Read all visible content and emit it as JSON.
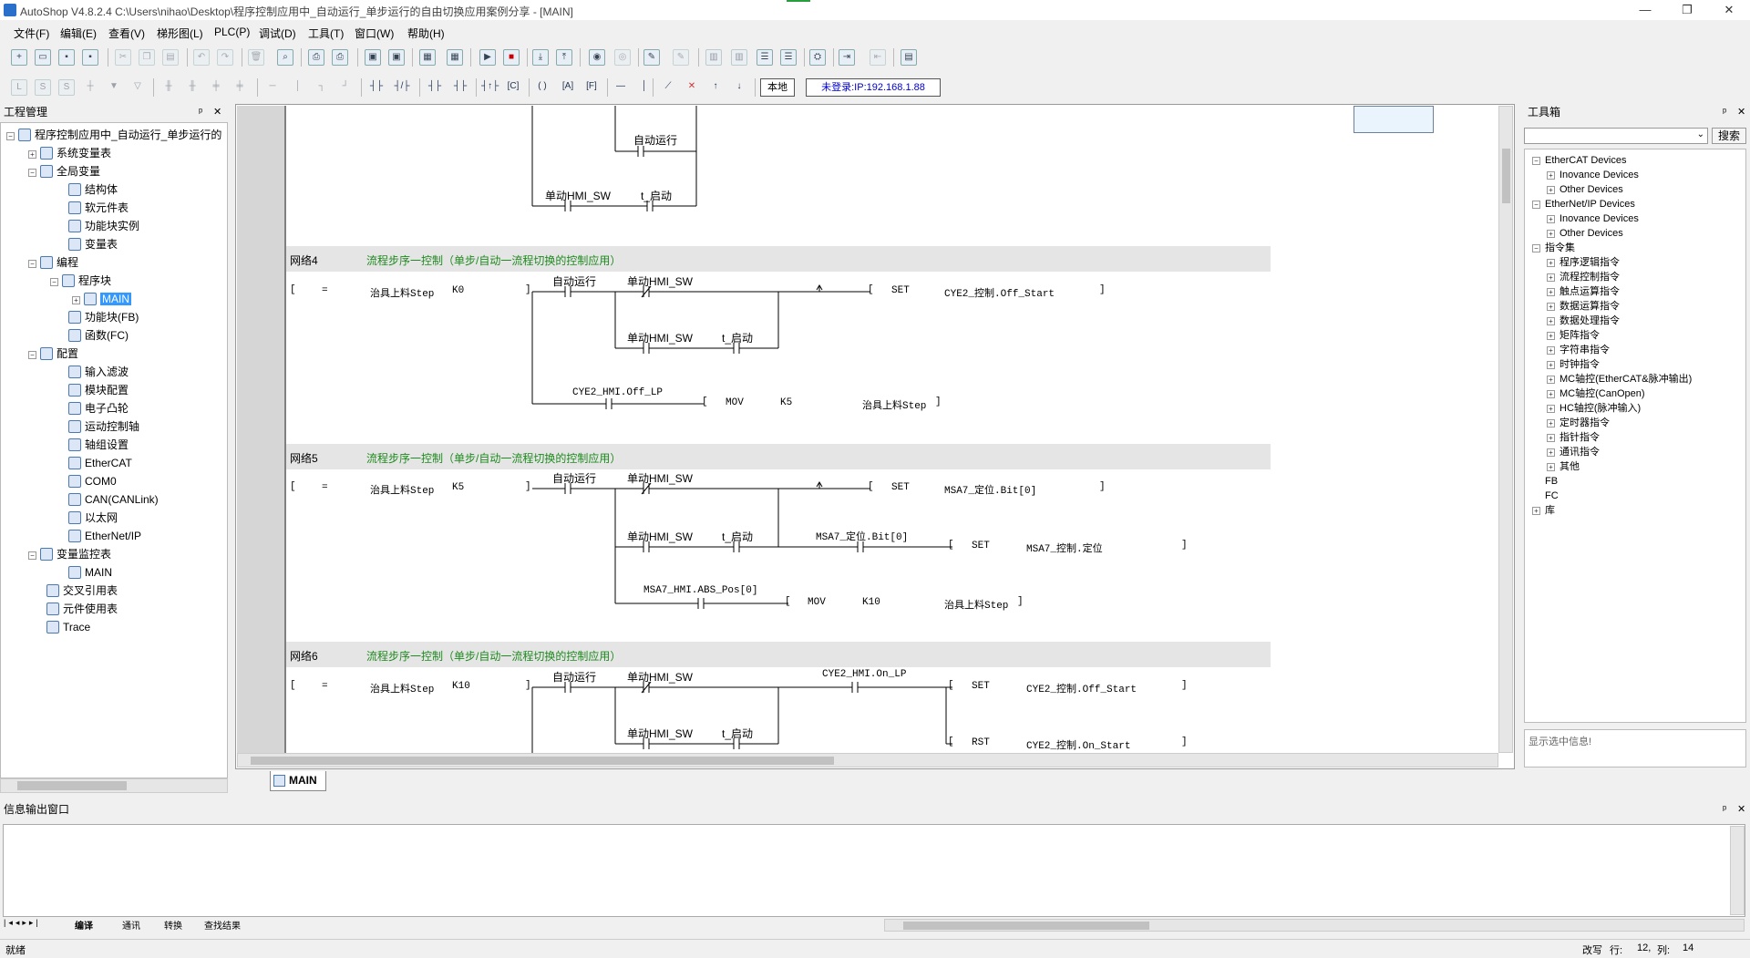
{
  "window": {
    "title": "AutoShop V4.8.2.4  C:\\Users\\nihao\\Desktop\\程序控制应用中_自动运行_单步运行的自由切换应用案例分享 - [MAIN]",
    "min": "—",
    "max": "❐",
    "close": "✕"
  },
  "menu": [
    "文件(F)",
    "编辑(E)",
    "查看(V)",
    "梯形图(L)",
    "PLC(P)",
    "调试(D)",
    "工具(T)",
    "窗口(W)",
    "帮助(H)"
  ],
  "toolbar": {
    "local_label": "本地",
    "login_label": "未登录:IP:192.168.1.88"
  },
  "left_panel": {
    "title": "工程管理",
    "pin": "ᵖ",
    "close": "✕",
    "tree": [
      {
        "label": "程序控制应用中_自动运行_单步运行的",
        "icon": "project-icon"
      },
      {
        "label": "系统变量表",
        "icon": "globe-icon"
      },
      {
        "label": "全局变量",
        "icon": "table-icon"
      },
      {
        "label": "结构体",
        "icon": "struct-icon"
      },
      {
        "label": "软元件表",
        "icon": "list-icon"
      },
      {
        "label": "功能块实例",
        "icon": "cube-icon"
      },
      {
        "label": "变量表",
        "icon": "globe-icon"
      },
      {
        "label": "编程",
        "icon": "ladder-icon"
      },
      {
        "label": "程序块",
        "icon": "blocks-icon"
      },
      {
        "label": "MAIN",
        "icon": "program-icon"
      },
      {
        "label": "功能块(FB)",
        "icon": "fb-icon"
      },
      {
        "label": "函数(FC)",
        "icon": "fc-icon"
      },
      {
        "label": "配置",
        "icon": "config-icon"
      },
      {
        "label": "输入滤波",
        "icon": "wave-icon"
      },
      {
        "label": "模块配置",
        "icon": "module-icon"
      },
      {
        "label": "电子凸轮",
        "icon": "cam-icon"
      },
      {
        "label": "运动控制轴",
        "icon": "axis-icon"
      },
      {
        "label": "轴组设置",
        "icon": "gear-icon"
      },
      {
        "label": "EtherCAT",
        "icon": "ethercat-icon"
      },
      {
        "label": "COM0",
        "icon": "com-icon"
      },
      {
        "label": "CAN(CANLink)",
        "icon": "can-icon"
      },
      {
        "label": "以太网",
        "icon": "ethernet-icon"
      },
      {
        "label": "EtherNet/IP",
        "icon": "ethernetip-icon"
      },
      {
        "label": "变量监控表",
        "icon": "monitor-icon"
      },
      {
        "label": "MAIN",
        "icon": "table-icon"
      },
      {
        "label": "交叉引用表",
        "icon": "crossref-icon"
      },
      {
        "label": "元件使用表",
        "icon": "database-icon"
      },
      {
        "label": "Trace",
        "icon": "trace-icon"
      }
    ]
  },
  "editor": {
    "tab": "MAIN",
    "networks": [
      {
        "num": "网络4",
        "comment": "流程步序一控制（单步/自动一流程切换的控制应用）"
      },
      {
        "num": "网络5",
        "comment": "流程步序一控制（单步/自动一流程切换的控制应用）"
      },
      {
        "num": "网络6",
        "comment": "流程步序一控制（单步/自动一流程切换的控制应用）"
      }
    ],
    "labels": {
      "n3_auto": "自动运行",
      "n3_hmi": "单动HMI_SW",
      "n3_t": "t_启动",
      "eq": "=",
      "lbracket": "[",
      "rbracket": "]",
      "n4_var": "治具上料Step",
      "n4_k": "K0",
      "n4_auto": "自动运行",
      "n4_hmi": "单动HMI_SW",
      "n4_hmi2": "单动HMI_SW",
      "n4_t": "t_启动",
      "n4_set": "SET",
      "n4_set_arg": "CYE2_控制.Off_Start",
      "n4_lp": "CYE2_HMI.Off_LP",
      "n4_mov": "MOV",
      "n4_k5": "K5",
      "n4_dst": "治具上料Step",
      "n5_var": "治具上料Step",
      "n5_k": "K5",
      "n5_auto": "自动运行",
      "n5_hmi": "单动HMI_SW",
      "n5_hmi2": "单动HMI_SW",
      "n5_t": "t_启动",
      "n5_set": "SET",
      "n5_set_arg": "MSA7_定位.Bit[0]",
      "n5_bit": "MSA7_定位.Bit[0]",
      "n5_set2": "SET",
      "n5_set2_arg": "MSA7_控制.定位",
      "n5_abs": "MSA7_HMI.ABS_Pos[0]",
      "n5_mov": "MOV",
      "n5_k10": "K10",
      "n5_dst": "治具上料Step",
      "n6_var": "治具上料Step",
      "n6_k": "K10",
      "n6_auto": "自动运行",
      "n6_hmi": "单动HMI_SW",
      "n6_hmi2": "单动HMI_SW",
      "n6_t": "t_启动",
      "n6_onlp": "CYE2_HMI.On_LP",
      "n6_set": "SET",
      "n6_set_arg": "CYE2_控制.Off_Start",
      "n6_rst": "RST",
      "n6_rst_arg": "CYE2_控制.On_Start"
    }
  },
  "right_panel": {
    "title": "工具箱",
    "search_btn": "搜索",
    "hint": "显示选中信息!",
    "tree": [
      "EtherCAT Devices",
      "Inovance Devices",
      "Other Devices",
      "EtherNet/IP Devices",
      "Inovance Devices",
      "Other Devices",
      "指令集",
      "程序逻辑指令",
      "流程控制指令",
      "触点运算指令",
      "数据运算指令",
      "数据处理指令",
      "矩阵指令",
      "字符串指令",
      "时钟指令",
      "MC轴控(EtherCAT&脉冲输出)",
      "MC轴控(CanOpen)",
      "HC轴控(脉冲输入)",
      "定时器指令",
      "指针指令",
      "通讯指令",
      "其他",
      "FB",
      "FC",
      "库"
    ]
  },
  "message_window": {
    "title": "信息输出窗口",
    "tabs": [
      "编译",
      "通讯",
      "转换",
      "查找结果"
    ]
  },
  "status": {
    "left": "就绪",
    "mode": "改写",
    "row_label": "行:",
    "row": "12,",
    "col_label": "列:",
    "col": "14"
  }
}
